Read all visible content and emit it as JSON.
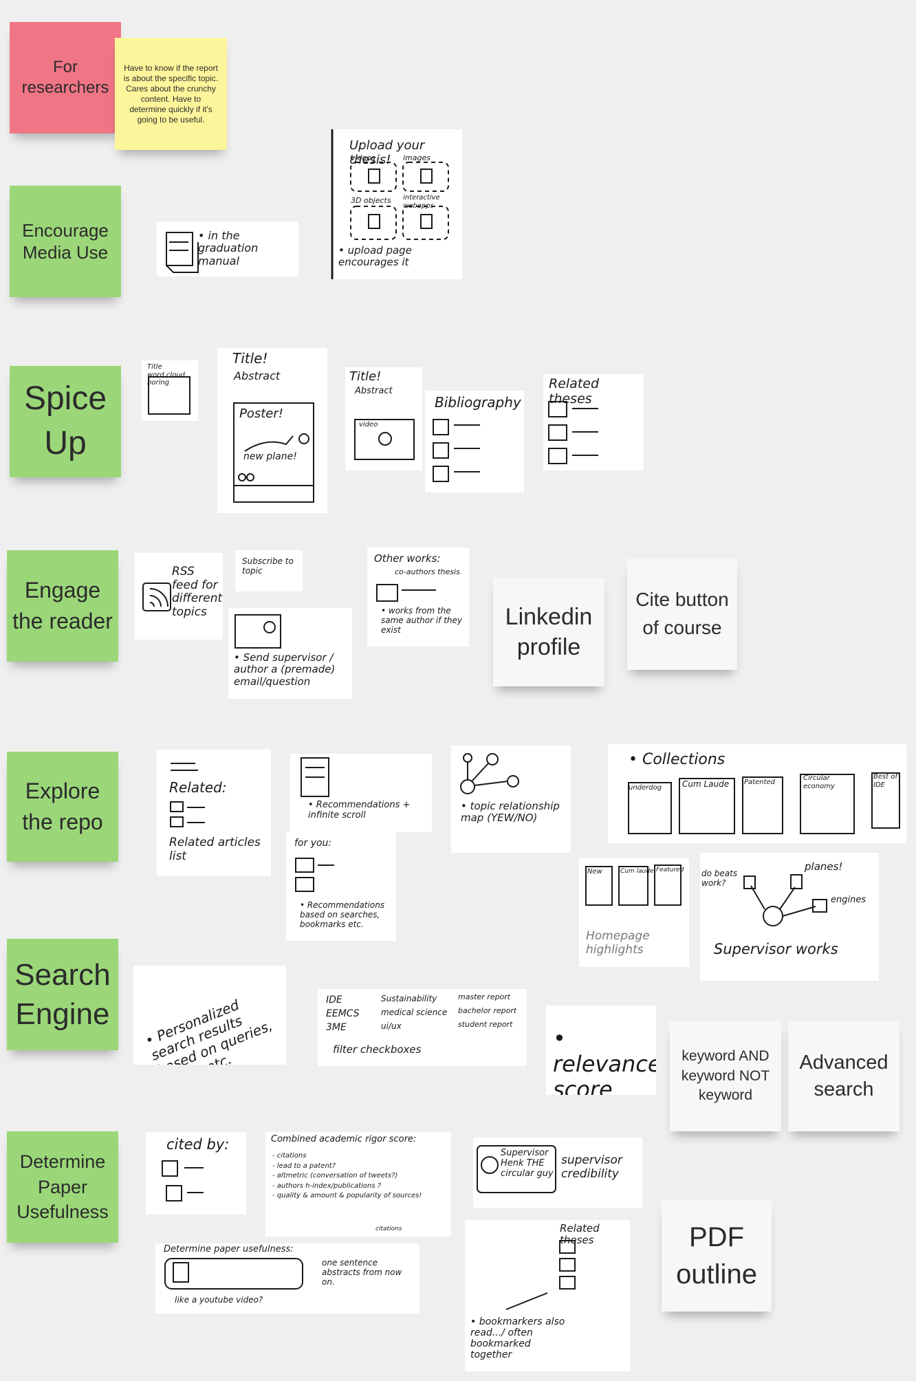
{
  "notes": {
    "for_researchers": "For researchers",
    "researchers_detail": "Have to know if the report is about the specific topic. Cares about the crunchy content. Have to determine quickly if it's going to be useful.",
    "encourage_media": "Encourage Media Use",
    "spice_up": "Spice Up",
    "engage_reader": "Engage the reader",
    "linkedin": "Linkedin profile",
    "cite_button": "Cite button of course",
    "explore_repo": "Explore the repo",
    "search_engine": "Search Engine",
    "keyword_query": "keyword AND keyword NOT keyword",
    "advanced_search": "Advanced search",
    "determine_usefulness": "Determine Paper Usefulness",
    "pdf_outline": "PDF outline"
  },
  "sketches": {
    "graduation_manual": "• in the graduation manual",
    "upload_thesis_title": "Upload your thesis!",
    "upload_videos": "videos",
    "upload_images": "images",
    "upload_3d": "3D objects",
    "upload_interactive": "interactive webapps",
    "upload_footer": "• upload page encourages it",
    "wordcloud": "Title\nword cloud boring",
    "poster_title": "Title!",
    "poster_abstract": "Abstract",
    "poster_label": "Poster!",
    "poster_plane": "new plane!",
    "video_title": "Title!",
    "video_abstract": "Abstract",
    "video_label": "video",
    "bibliography": "Bibliography",
    "related_theses": "Related theses",
    "rss": "RSS feed for different topics",
    "subscribe": "Subscribe to topic",
    "send_supervisor": "• Send supervisor / author a (premade) email/question",
    "other_works_title": "Other works:",
    "other_works_sub": "co-authors thesis",
    "other_works_note": "• works from the same author if they exist",
    "related_list_title": "Related:",
    "related_list_caption": "Related articles list",
    "recommendations_scroll": "• Recommendations + infinite scroll",
    "for_you": "for you:",
    "recommendations_based": "• Recommendations based on searches, bookmarks etc.",
    "topic_map": "• topic relationship map (YEW/NO)",
    "collections_title": "• Collections",
    "collections_cols": [
      "underdog",
      "Cum Laude",
      "Patented",
      "Circular economy",
      "Best of IDE"
    ],
    "homepage_highlights": "Homepage highlights",
    "homepage_cols": [
      "New",
      "Cum laude",
      "Featured"
    ],
    "supervisor_works": "Supervisor works",
    "supervisor_bubbles": [
      "do beats work?",
      "planes!",
      "engines"
    ],
    "personalized_search": "• Personalized search results based on queries, clicks, etc.",
    "filter_items": [
      "IDE",
      "EEMCS",
      "3ME",
      "Sustainability",
      "medical science",
      "ui/ux",
      "master report",
      "bachelor report",
      "student report"
    ],
    "filter_caption": "filter checkboxes",
    "relevance_score": "• relevance score",
    "cited_by": "cited by:",
    "rigor_title": "Combined academic rigor score:",
    "rigor_items": "- citations\n- lead to a patent?\n- altmetric (conversation of tweets?)\n- authors h-index/publications ?\n- quality & amount & popularity of sources!",
    "rigor_footer": "citations",
    "supervisor_card": "Supervisor Henk THE circular guy",
    "supervisor_credibility": "supervisor credibility",
    "determine_title": "Determine paper usefulness:",
    "one_sentence": "one sentence abstracts from now on.",
    "like_youtube": "like a youtube video?",
    "related_theses_2": "Related theses",
    "bookmarkers": "• bookmarkers also read.../ often bookmarked together"
  }
}
